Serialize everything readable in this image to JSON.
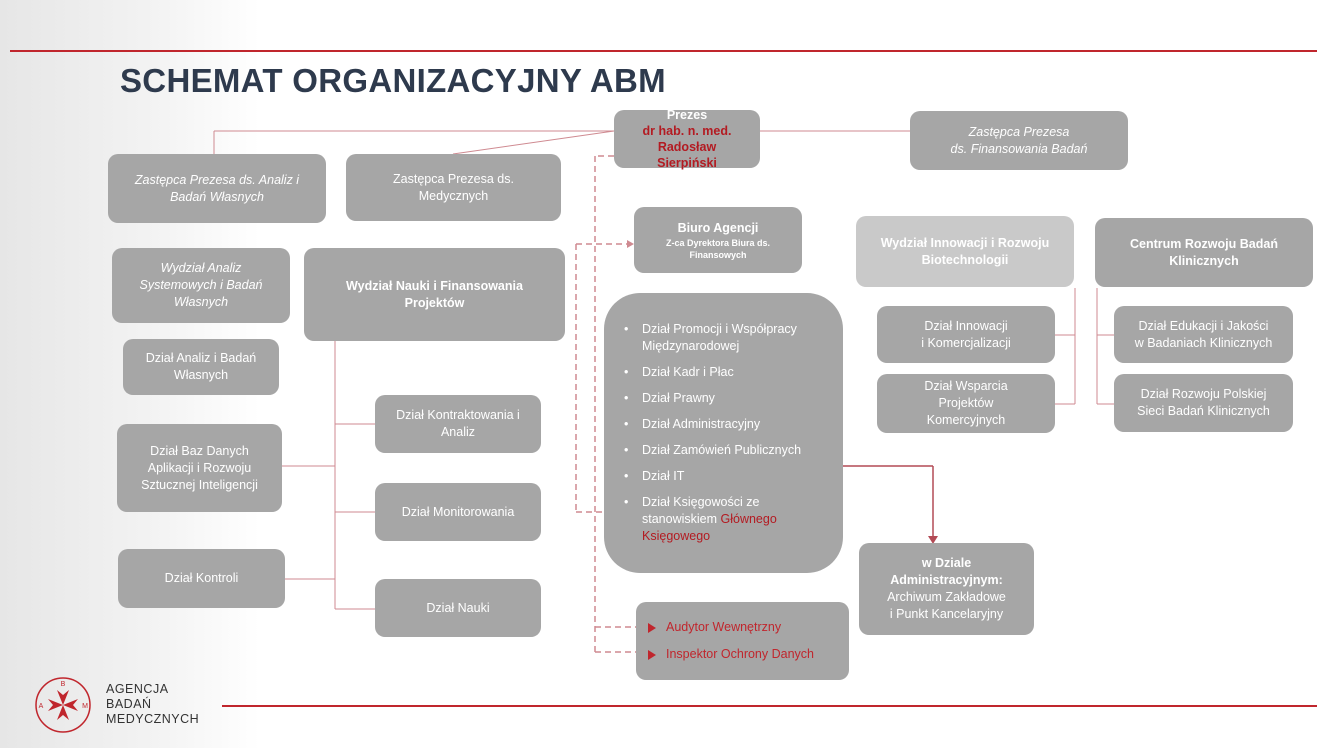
{
  "title": "SCHEMAT ORGANIZACYJNY ABM",
  "colors": {
    "accent": "#c0262d",
    "box": "#a6a6a6",
    "box_light": "#c9c9c9",
    "title": "#2e3a4d"
  },
  "prezes": {
    "role": "Prezes",
    "name_line1": "dr hab. n. med. Radosław",
    "name_line2": "Sierpiński"
  },
  "zastepca_finansowania": {
    "line1": "Zastępca Prezesa",
    "line2": "ds. Finansowania Badań"
  },
  "zastepca_analiz": {
    "line1": "Zastępca Prezesa ds. Analiz i",
    "line2": "Badań Własnych"
  },
  "zastepca_medycznych": {
    "line1": "Zastępca Prezesa ds.",
    "line2": "Medycznych"
  },
  "biuro": {
    "title": "Biuro Agencji",
    "sub1": "Z-ca Dyrektora Biura ds.",
    "sub2": "Finansowych"
  },
  "wydzial_innowacji": {
    "line1": "Wydział Innowacji i Rozwoju",
    "line2": "Biotechnologii"
  },
  "centrum": {
    "line1": "Centrum Rozwoju Badań",
    "line2": "Klinicznych"
  },
  "wydzial_analiz": {
    "line1": "Wydział Analiz",
    "line2": "Systemowych i Badań",
    "line3": "Własnych"
  },
  "dzial_analiz": {
    "line1": "Dział Analiz i Badań",
    "line2": "Własnych"
  },
  "wydzial_nauki": {
    "line1": "Wydział Nauki i Finansowania",
    "line2": "Projektów"
  },
  "dzial_baz": {
    "line1": "Dział Baz Danych",
    "line2": "Aplikacji i Rozwoju",
    "line3": "Sztucznej Inteligencji"
  },
  "dzial_kontroli": "Dział Kontroli",
  "dzial_kontraktowania": {
    "line1": "Dział Kontraktowania i",
    "line2": "Analiz"
  },
  "dzial_monitorowania": "Dział Monitorowania",
  "dzial_nauki": "Dział Nauki",
  "biuro_list": {
    "item1_line1": "Dział Promocji i Współpracy",
    "item1_line2": "Międzynarodowej",
    "item2": "Dział Kadr i Płac",
    "item3": "Dział Prawny",
    "item4": "Dział Administracyjny",
    "item5": "Dział Zamówień Publicznych",
    "item6": "Dział IT",
    "item7_line1": "Dział Księgowości ze",
    "item7_line2a": "stanowiskiem ",
    "item7_line2b": "Głównego",
    "item7_line3": "Księgowego"
  },
  "dzial_innowacji": {
    "line1": "Dział Innowacji",
    "line2": "i Komercjalizacji"
  },
  "dzial_wsparcia": {
    "line1": "Dział Wsparcia",
    "line2": "Projektów",
    "line3": "Komercyjnych"
  },
  "dzial_edukacji": {
    "line1": "Dział Edukacji i Jakości",
    "line2": "w Badaniach Klinicznych"
  },
  "dzial_rozwoju": {
    "line1": "Dział Rozwoju Polskiej",
    "line2": "Sieci Badań Klinicznych"
  },
  "admin_box": {
    "line1": "w Dziale",
    "line2": "Administracyjnym:",
    "line3": "Archiwum Zakładowe",
    "line4": "i Punkt Kancelaryjny"
  },
  "audyt": {
    "item1": "Audytor Wewnętrzny",
    "item2": "Inspektor Ochrony Danych"
  },
  "logo": {
    "letter_top": "B",
    "letter_left": "A",
    "letter_right": "M",
    "line1": "AGENCJA",
    "line2": "BADAŃ",
    "line3": "MEDYCZNYCH"
  }
}
